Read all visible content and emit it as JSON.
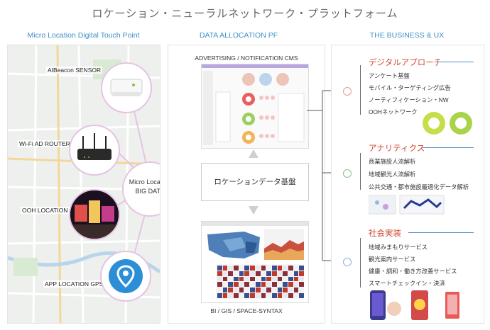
{
  "title": "ロケーション・ニューラルネットワーク・プラットフォーム",
  "columns": {
    "left": "Micro Location Digital Touch Point",
    "middle": "DATA ALLOCATION PF",
    "right": "THE BUSINESS & UX"
  },
  "touchpoints": [
    {
      "label": "AIBeacon SENSOR",
      "icon": "beacon-device-icon"
    },
    {
      "label": "Wi-Fi AD ROUTER",
      "icon": "router-icon"
    },
    {
      "label": "OOH LOCATION",
      "icon": "signage-icon"
    },
    {
      "label": "APP LOCATION GPS",
      "icon": "location-pin-icon"
    }
  ],
  "center": {
    "line1": "Micro Location",
    "line2": "BIG DATA"
  },
  "allocation": {
    "cms_label": "ADVERTISING / NOTIFICATION  CMS",
    "core_label": "ロケーションデータ基盤",
    "bi_label": "BI / GIS / SPACE-SYNTAX"
  },
  "business": [
    {
      "title": "デジタルアプローチ",
      "node_color": "#e39a9a",
      "items": [
        "アンケート基盤",
        "モバイル・ターゲティング広告",
        "ノーティフィケーション・NW",
        "OOHネットワーク"
      ]
    },
    {
      "title": "アナリティクス",
      "node_color": "#8cc08c",
      "items": [
        "商業施設人流解析",
        "地域観光人流解析",
        "公共交通・都市施設最適化データ解析"
      ]
    },
    {
      "title": "社会実装",
      "node_color": "#8eaed6",
      "items": [
        "地域みまもりサービス",
        "観光案内サービス",
        "健康・調和・働き方改善サービス",
        "スマートチェックイン・決済"
      ]
    }
  ],
  "colors": {
    "accent_blue": "#3f8fc8",
    "accent_red": "#d0462e",
    "pink_line": "#e6c3e3"
  }
}
